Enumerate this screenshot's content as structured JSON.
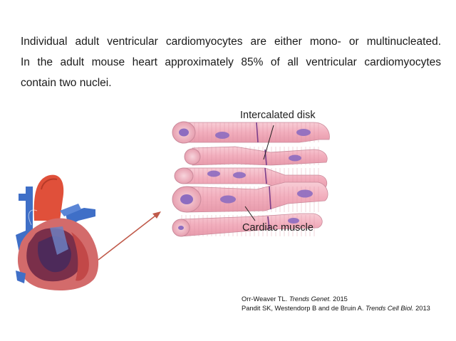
{
  "intro": {
    "line1": "Individual adult ventricular cardiomyocytes are either mono- or multinucleated.",
    "line2": "In the adult mouse heart approximately 85% of all ventricular cardiomyocytes",
    "line3": "contain two nuclei."
  },
  "figure": {
    "label_top": "Intercalated disk",
    "label_bottom": "Cardiac muscle"
  },
  "references": [
    {
      "authors": "Orr-Weaver TL. ",
      "journal": "Trends Genet.",
      "year": " 2015"
    },
    {
      "authors": "Pandit SK, Westendorp B and de Bruin A. ",
      "journal": "Trends Cell Biol.",
      "year": " 2013"
    }
  ],
  "colors": {
    "fiber_fill": "#f4b7c4",
    "fiber_stroke": "#c9899a",
    "nucleus": "#8d6cc0",
    "arrow": "#c05a4a",
    "vessel_blue": "#3f6fc7",
    "vessel_red": "#e0503a"
  }
}
